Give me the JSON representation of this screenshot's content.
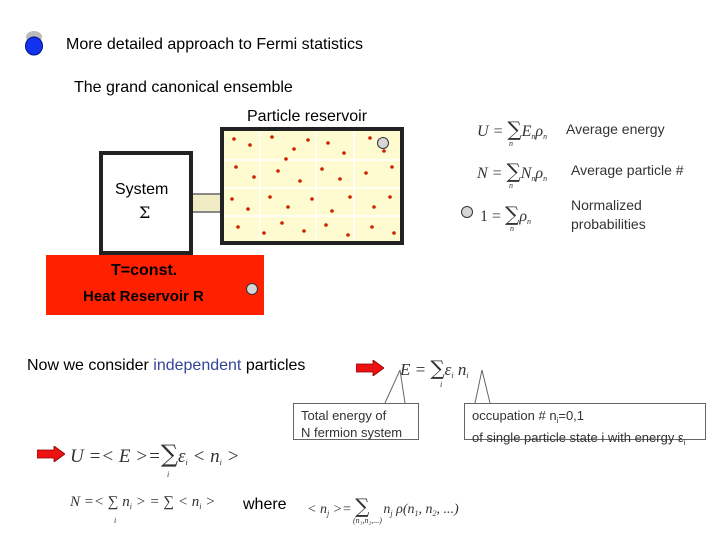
{
  "title": "More detailed approach to Fermi statistics",
  "subtitle": "The grand canonical ensemble",
  "particle_reservoir_label": "Particle reservoir",
  "system_label": "System",
  "system_symbol": "Σ",
  "heat_reservoir": {
    "line1": "T=const.",
    "line2": "Heat Reservoir R",
    "color": "#ff2000"
  },
  "equations": {
    "energy": {
      "lhs": "U",
      "label": "Average energy",
      "term": "E",
      "sub_sum": "n",
      "sub1": "n",
      "rho": "ρ",
      "sub2": "n"
    },
    "particles": {
      "lhs": "N",
      "label": "Average particle #",
      "term": "N",
      "sub_sum": "n",
      "sub1": "n",
      "rho": "ρ",
      "sub2": "n"
    },
    "normalization": {
      "lhs": "1",
      "label_line1": "Normalized",
      "label_line2": "probabilities",
      "sub_sum": "n",
      "rho": "ρ",
      "sub2": "n"
    }
  },
  "independent_line": {
    "prefix": "Now we consider ",
    "highlight": "independent",
    "suffix": " particles",
    "highlight_color": "#334499"
  },
  "E_sum": {
    "lhs": "E",
    "eps": "ε",
    "i": "i",
    "n": "n"
  },
  "callout_left": {
    "line1": "Total energy of",
    "line2": "N fermion system"
  },
  "callout_right": {
    "line1": "occupation # n",
    "line1_sub": "i",
    "line1_rest": "=0,1",
    "line2": "of single particle state i with energy ε",
    "line2_sub": "i"
  },
  "U_formula": {
    "lhs": "U =< E >=",
    "eps": "ε",
    "i": "i",
    "n": "< n",
    "end": " >"
  },
  "N_formula": {
    "text": "N =< ∑ n",
    "mid": " > = ∑ < n",
    "end": " >",
    "i": "i"
  },
  "where_label": "where",
  "nj_formula": {
    "text": "< n",
    "j": "j",
    "eq": " >=",
    "body": "n",
    "rho": " ρ(n",
    "args": ", n",
    "tail": ", ...)",
    "sum_sub": "(n₁,n₂,...)"
  },
  "colors": {
    "arrow_red": "#ee1111",
    "bullet_blue": "#1133ee",
    "bullet_grey": "#bbbbbb"
  }
}
